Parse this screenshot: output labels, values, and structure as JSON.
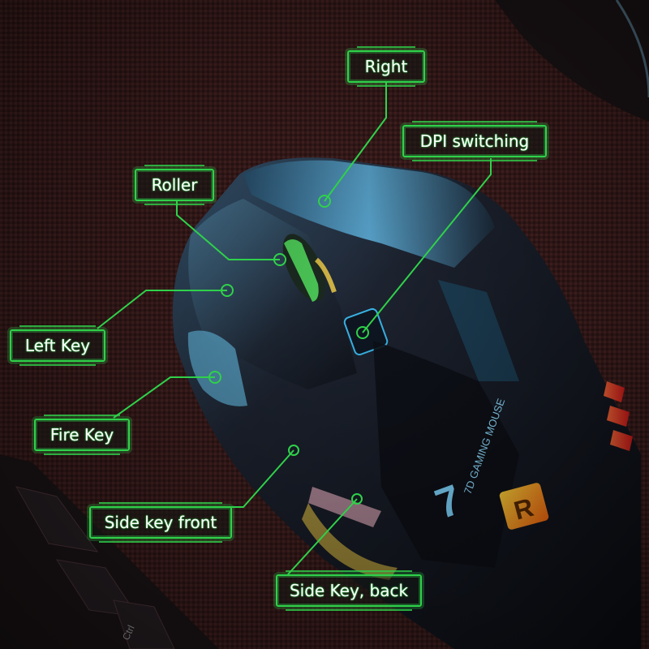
{
  "labels": {
    "right": "Right",
    "dpi": "DPI switching",
    "roller": "Roller",
    "left_key": "Left Key",
    "fire_key": "Fire Key",
    "side_front": "Side key front",
    "side_back": "Side Key, back"
  },
  "mouse_print": {
    "model_mark": "7",
    "text": "7D GAMING MOUSE",
    "badge": "R"
  },
  "keyboard_key": "Ctrl",
  "colors": {
    "accent": "#2fd14a",
    "mat": "#3a1c1c",
    "mouse": "#1b1e27",
    "glow_blue": "#3ab6e8",
    "glow_red": "#ff3b2a",
    "glow_green": "#5dff6a",
    "badge": "#ff9a1a"
  }
}
